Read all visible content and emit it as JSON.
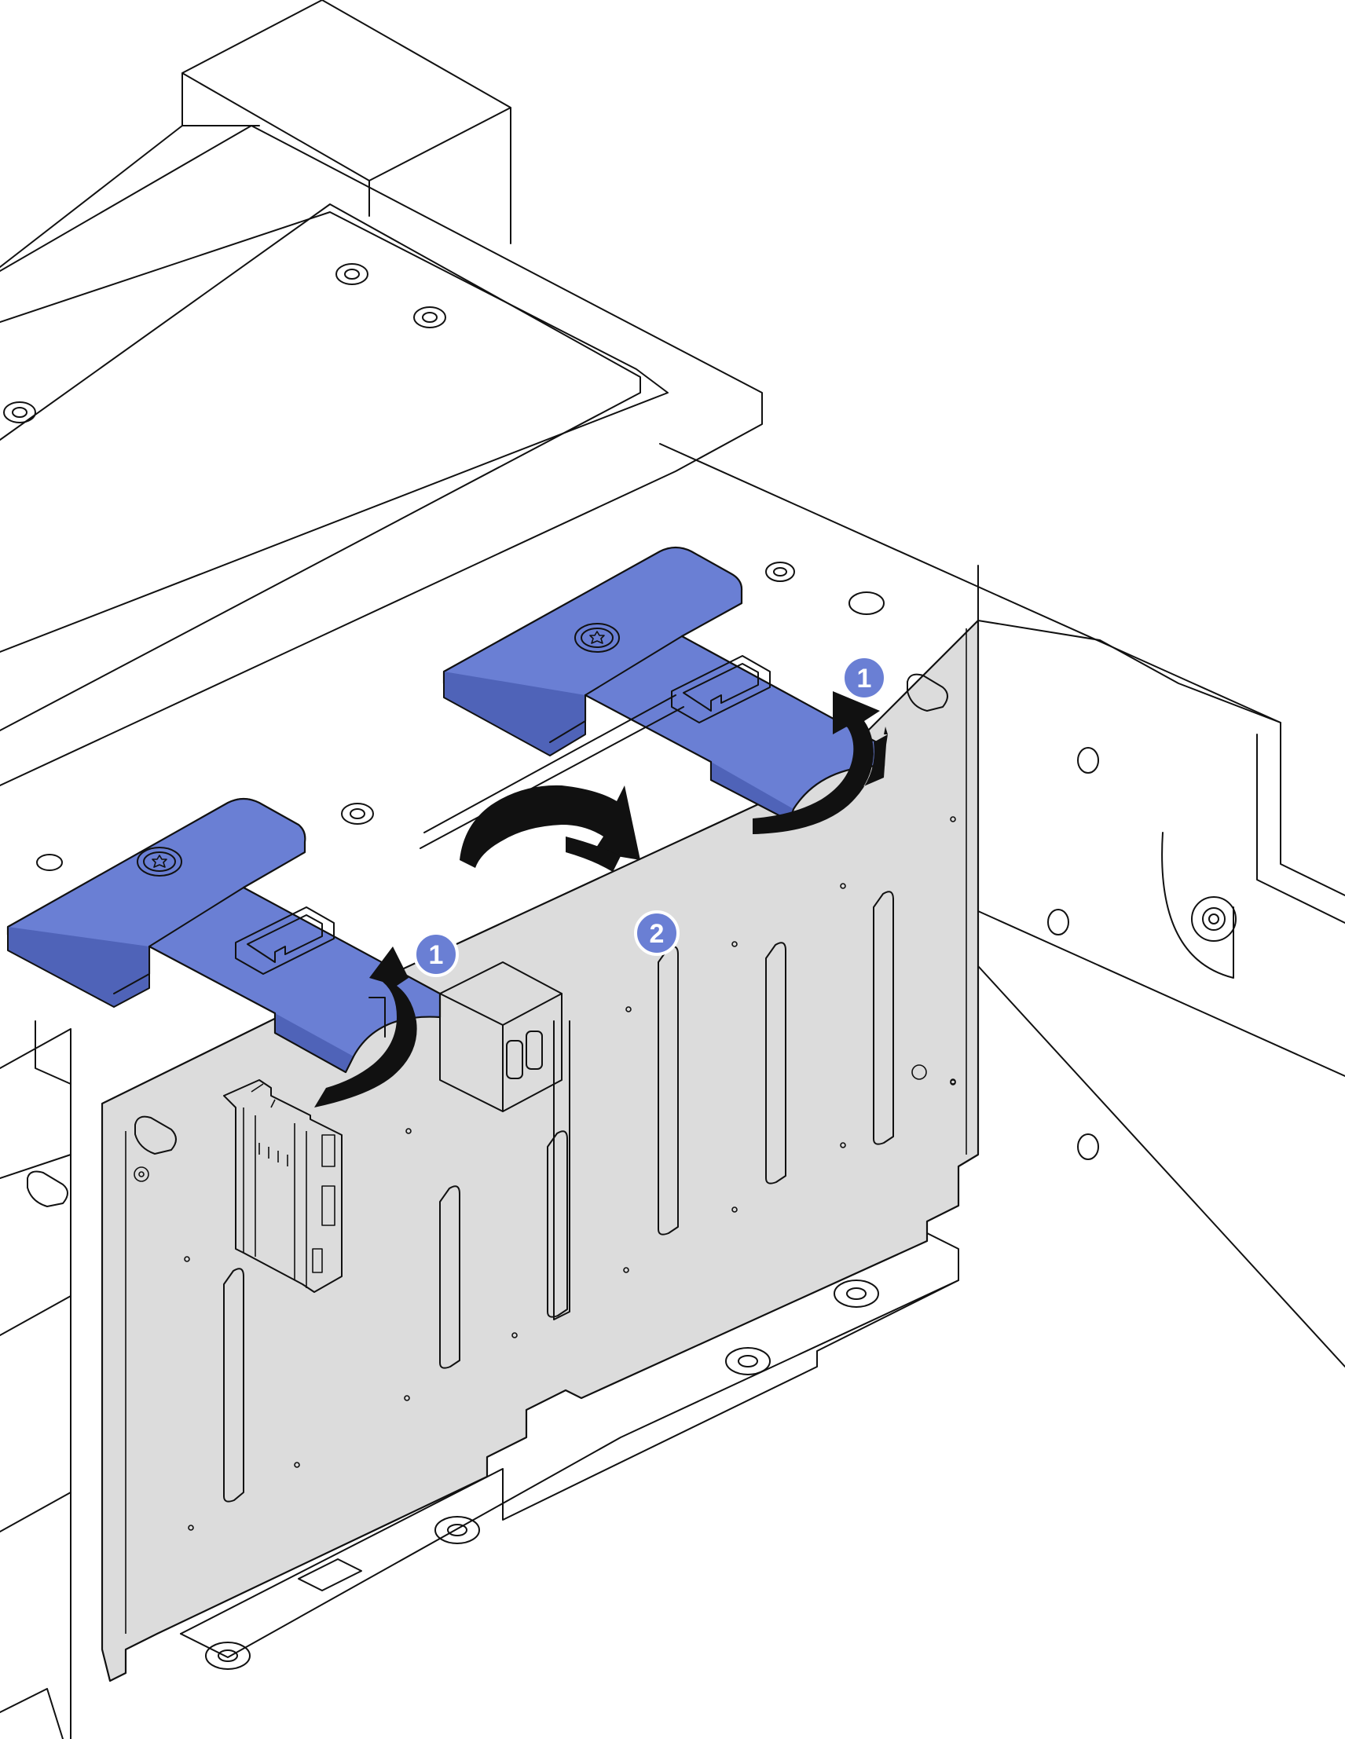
{
  "colors": {
    "latch": "#6a7fd4",
    "latch_dark": "#4f63b8",
    "backplane": "#dcdcdc",
    "badge": "#6a7fd4",
    "outline": "#111111",
    "background": "#ffffff"
  },
  "callouts": [
    {
      "id": "latch-left",
      "number": "1"
    },
    {
      "id": "latch-right",
      "number": "1"
    },
    {
      "id": "backplane-rotate",
      "number": "2"
    }
  ],
  "icons": [
    "release-latch-icon",
    "rotate-up-arrow-icon",
    "rotate-forward-arrow-icon",
    "thumbscrew-icon",
    "power-connector-icon"
  ]
}
